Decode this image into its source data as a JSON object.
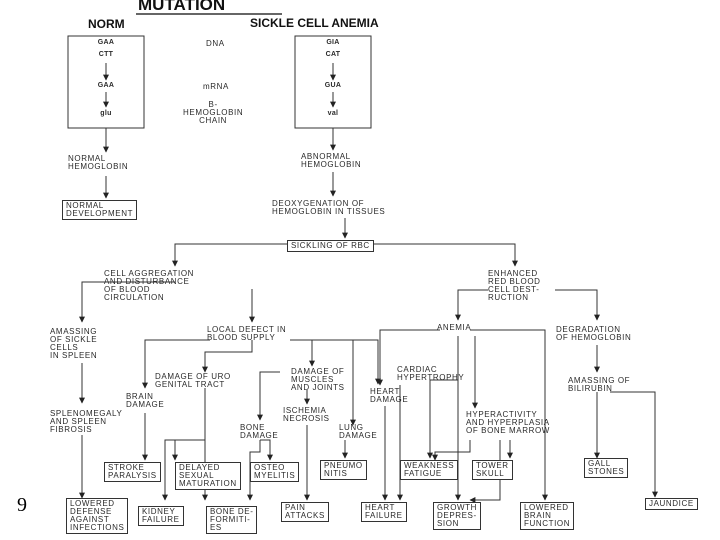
{
  "title": "MUTATION",
  "norm_label": "NORM",
  "disease_label": "SICKLE CELL ANEMIA",
  "page_number": "9",
  "norm_codons": {
    "dna_1": "GAA",
    "dna_2": "CTT",
    "mrna": "GAA",
    "amino": "glu"
  },
  "sickle_codons": {
    "dna_1": "GIA",
    "dna_2": "CAT",
    "mrna": "GUA",
    "amino": "val"
  },
  "labels": {
    "dna": "DNA",
    "mrna": "mRNA",
    "chain": "β-\nHEMOGLOBIN\nCHAIN"
  },
  "nodes": {
    "normal_hemoglobin": "NORMAL\nHEMOGLOBIN",
    "normal_development": "NORMAL\nDEVELOPMENT",
    "abnormal_hemoglobin": "ABNORMAL\nHEMOGLOBIN",
    "deoxygenation": "DEOXYGENATION OF\nHEMOGLOBIN IN TISSUES",
    "sickling": "SICKLING OF RBC",
    "cell_aggregation": "CELL AGGREGATION\nAND DISTURBANCE\nOF BLOOD\nCIRCULATION",
    "enhanced_rbc": "ENHANCED\nRED BLOOD\nCELL DEST-\nRUCTION",
    "amassing_spleen": "AMASSING\nOF SICKLE\nCELLS\nIN SPLEEN",
    "local_defect": "LOCAL DEFECT IN\nBLOOD SUPPLY",
    "anemia": "ANEMIA",
    "degradation": "DEGRADATION\nOF HEMOGLOBIN",
    "cardiac": "CARDIAC\nHYPERTROPHY",
    "damage_urogenital": "DAMAGE OF URO\nGENITAL TRACT",
    "damage_muscles": "DAMAGE OF\nMUSCLES\nAND JOINTS",
    "amassing_bilirubin": "AMASSING OF\nBILIRUBIN",
    "brain_damage": "BRAIN\nDAMAGE",
    "heart_damage": "HEART\nDAMAGE",
    "ischemia": "ISCHEMIA\nNECROSIS",
    "hyperactivity": "HYPERACTIVITY\nAND HYPERPLASIA\nOF BONE MARROW",
    "splenomegaly": "SPLENOMEGALY\nAND SPLEEN\nFIBROSIS",
    "bone_damage": "BONE\nDAMAGE",
    "lung_damage": "LUNG\nDAMAGE",
    "stroke": "STROKE\nPARALYSIS",
    "delayed_sexual": "DELAYED\nSEXUAL\nMATURATION",
    "osteomyelitis": "OSTEO\nMYELITIS",
    "pneumonitis": "PNEUMO\nNITIS",
    "weakness": "WEAKNESS\nFATIGUE",
    "tower_skull": "TOWER\nSKULL",
    "gallstones": "GALL\nSTONES",
    "lowered_defense": "LOWERED\nDEFENSE\nAGAINST\nINFECTIONS",
    "kidney_failure": "KIDNEY\nFAILURE",
    "bone_deformities": "BONE DE-\nFORMITI-\nES",
    "pain_attacks": "PAIN\nATTACKS",
    "heart_failure": "HEART\nFAILURE",
    "growth_depression": "GROWTH\nDEPRES-\nSION",
    "lowered_brain": "LOWERED\nBRAIN\nFUNCTION",
    "jaundice": "JAUNDICE"
  }
}
